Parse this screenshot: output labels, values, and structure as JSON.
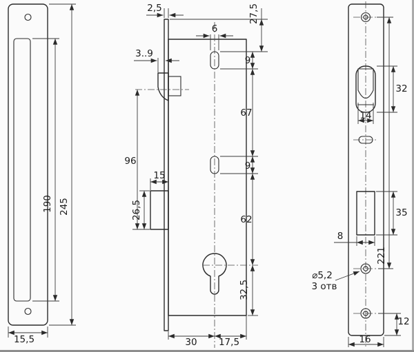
{
  "drawing": {
    "left_view": {
      "dim_slot_height": "190",
      "dim_total_height": "245",
      "dim_width": "15,5"
    },
    "body_view": {
      "dim_faceplate_thickness": "2,5",
      "dim_top_offset": "27,5",
      "dim_slot_width": "6",
      "dim_slot_height_top": "9",
      "dim_latch_throw": "3..9",
      "dim_slot_spacing": "67",
      "dim_slot_height_mid": "9",
      "dim_axis_spacing": "96",
      "dim_follower_width": "15",
      "dim_follower_height": "26,5",
      "dim_oval_to_cylinder": "62",
      "dim_cylinder_to_end": "32,5",
      "dim_body_depth": "30",
      "dim_body_half": "17,5"
    },
    "faceplate_view": {
      "dim_latch_opening": "32",
      "dim_latch_width": "14",
      "dim_bolt_opening": "35",
      "dim_opening_width": "8",
      "dim_hole_spacing": "221",
      "dim_end_offset": "12",
      "dim_plate_width": "16",
      "hole_diameter": "⌀5,2",
      "hole_count": "3 отв"
    }
  }
}
